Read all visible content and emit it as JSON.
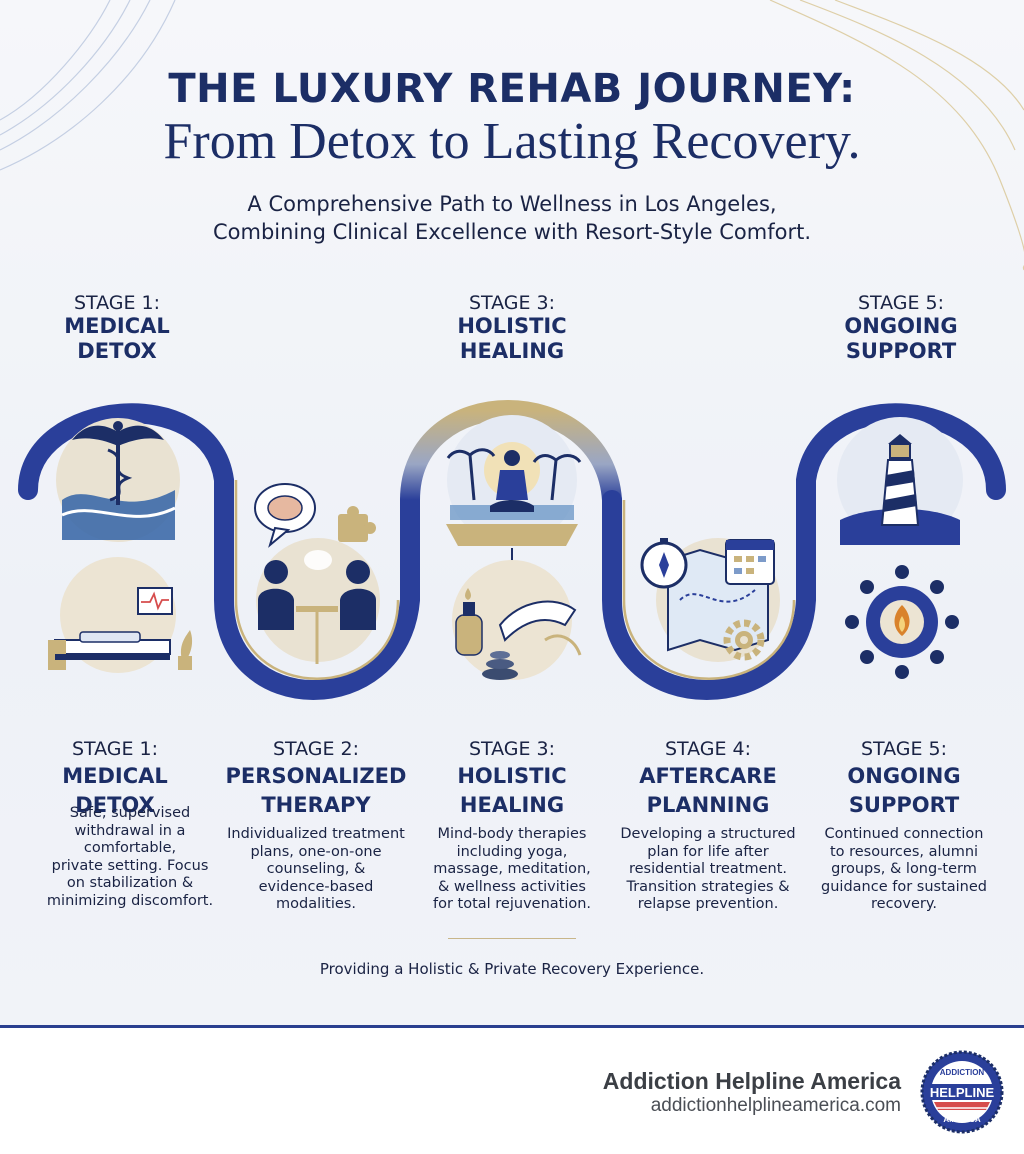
{
  "header": {
    "title_line1": "THE LUXURY REHAB JOURNEY:",
    "title_line2": "From Detox to Lasting Recovery.",
    "subtitle_line1": "A Comprehensive Path to Wellness in Los Angeles,",
    "subtitle_line2": "Combining Clinical Excellence with Resort-Style Comfort."
  },
  "top_stages": [
    {
      "number": "STAGE 1:",
      "name_line1": "MEDICAL",
      "name_line2": "DETOX"
    },
    {
      "number": "STAGE 3:",
      "name_line1": "HOLISTIC",
      "name_line2": "HEALING"
    },
    {
      "number": "STAGE 5:",
      "name_line1": "ONGOING",
      "name_line2": "SUPPORT"
    }
  ],
  "stages": [
    {
      "number": "STAGE 1:",
      "name_line1": "MEDICAL",
      "name_line2": "DETOX",
      "desc": [
        "Safe, supervised",
        "withdrawal in a",
        "comfortable,",
        "private setting. Focus",
        "on stabilization &",
        "minimizing discomfort."
      ]
    },
    {
      "number": "STAGE 2:",
      "name_line1": "PERSONALIZED",
      "name_line2": "THERAPY",
      "desc": [
        "Individualized treatment",
        "plans, one-on-one",
        "counseling, &",
        "evidence-based",
        "modalities."
      ]
    },
    {
      "number": "STAGE 3:",
      "name_line1": "HOLISTIC",
      "name_line2": "HEALING",
      "desc": [
        "Mind-body therapies",
        "including yoga,",
        "massage, meditation,",
        "& wellness activities",
        "for total rejuvenation."
      ]
    },
    {
      "number": "STAGE 4:",
      "name_line1": "AFTERCARE",
      "name_line2": "PLANNING",
      "desc": [
        "Developing a structured",
        "plan for life after",
        "residential treatment.",
        "Transition strategies &",
        "relapse prevention."
      ]
    },
    {
      "number": "STAGE 5:",
      "name_line1": "ONGOING",
      "name_line2": "SUPPORT",
      "desc": [
        "Continued connection",
        "to resources, alumni",
        "groups, & long-term",
        "guidance for sustained",
        "recovery."
      ]
    }
  ],
  "tagline": "Providing a Holistic & Private Recovery Experience.",
  "footer": {
    "brand_name": "Addiction Helpline America",
    "brand_url": "addictionhelplineamerica.com",
    "badge_top": "ADDICTION",
    "badge_mid": "HELPLINE",
    "badge_bottom": "AMERICA"
  },
  "colors": {
    "navy": "#1c2e66",
    "path_blue": "#2a3f9a",
    "gold": "#c8b68a",
    "background": "#f3f5f9"
  },
  "icons": [
    "caduceus-icon",
    "bed-icon",
    "monitor-icon",
    "brain-speech-icon",
    "puzzle-icon",
    "counseling-icon",
    "yoga-icon",
    "palm-tree-icon",
    "massage-icon",
    "oil-bottle-icon",
    "stones-icon",
    "compass-icon",
    "calendar-icon",
    "map-icon",
    "gear-icon",
    "lighthouse-icon",
    "community-flame-icon"
  ]
}
